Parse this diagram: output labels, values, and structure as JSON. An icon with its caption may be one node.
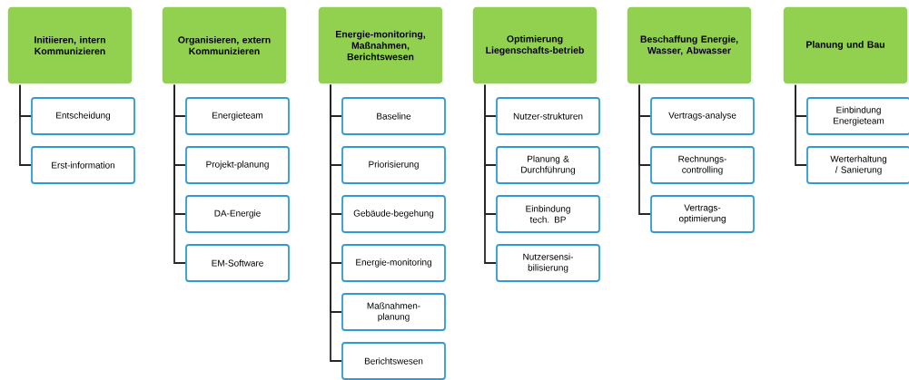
{
  "diagram": {
    "nodes": [
      {
        "text": [
          "Initiieren, intern Kommunizieren"
        ]
      },
      {
        "text": [
          "Entscheidung"
        ]
      },
      {
        "text": [
          "Erst-information"
        ]
      },
      {
        "text": [
          "Organisieren, extern Kommunizieren"
        ]
      },
      {
        "text": [
          "Energieteam"
        ]
      },
      {
        "text": [
          "Projekt-planung"
        ]
      },
      {
        "text": [
          "DA-Energie"
        ]
      },
      {
        "text": [
          "EM-Software"
        ]
      },
      {
        "text": [
          "Energie-monitoring, Maßnahmen, Berichtswesen"
        ]
      },
      {
        "text": [
          "Baseline"
        ]
      },
      {
        "text": [
          "Priorisierung"
        ]
      },
      {
        "text": [
          "Gebäude-begehung"
        ]
      },
      {
        "text": [
          "Energie-monitoring"
        ]
      },
      {
        "text": [
          "Maßnahmen-planung"
        ]
      },
      {
        "text": [
          "Berichtswesen"
        ]
      },
      {
        "text": [
          "Optimierung Liegenschafts-betrieb"
        ]
      },
      {
        "text": [
          "Nutzer-strukturen"
        ]
      },
      {
        "text": [
          "Planung & Durchführung"
        ]
      },
      {
        "text": [
          "Einbindung tech. BP"
        ]
      },
      {
        "text": [
          "Nutzersensi-bilisierung"
        ]
      },
      {
        "text": [
          "Beschaffung Energie, Wasser, Abwasser"
        ]
      },
      {
        "text": [
          "Vertrags-analyse"
        ]
      },
      {
        "text": [
          "Rechnungs-controlling"
        ]
      },
      {
        "text": [
          "Vertrags-optimierung"
        ]
      },
      {
        "text": [
          "Planung und Bau"
        ]
      },
      {
        "text": [
          "Einbindung Energieteam"
        ]
      },
      {
        "text": [
          "Werterhaltung / Sanierung"
        ]
      }
    ],
    "edges": [
      {
        "from": 0,
        "to": 1,
        "arrow": "none"
      },
      {
        "from": 0,
        "to": 2,
        "arrow": "none"
      },
      {
        "from": 3,
        "to": 4,
        "arrow": "none"
      },
      {
        "from": 3,
        "to": 5,
        "arrow": "none"
      },
      {
        "from": 3,
        "to": 6,
        "arrow": "none"
      },
      {
        "from": 3,
        "to": 7,
        "arrow": "none"
      },
      {
        "from": 8,
        "to": 9,
        "arrow": "none"
      },
      {
        "from": 8,
        "to": 10,
        "arrow": "none"
      },
      {
        "from": 8,
        "to": 11,
        "arrow": "none"
      },
      {
        "from": 8,
        "to": 12,
        "arrow": "none"
      },
      {
        "from": 8,
        "to": 13,
        "arrow": "none"
      },
      {
        "from": 8,
        "to": 14,
        "arrow": "none"
      },
      {
        "from": 15,
        "to": 16,
        "arrow": "none"
      },
      {
        "from": 15,
        "to": 17,
        "arrow": "none"
      },
      {
        "from": 15,
        "to": 18,
        "arrow": "none"
      },
      {
        "from": 15,
        "to": 19,
        "arrow": "none"
      },
      {
        "from": 20,
        "to": 21,
        "arrow": "none"
      },
      {
        "from": 20,
        "to": 22,
        "arrow": "none"
      },
      {
        "from": 20,
        "to": 23,
        "arrow": "none"
      },
      {
        "from": 24,
        "to": 25,
        "arrow": "none"
      },
      {
        "from": 24,
        "to": 26,
        "arrow": "none"
      }
    ]
  }
}
